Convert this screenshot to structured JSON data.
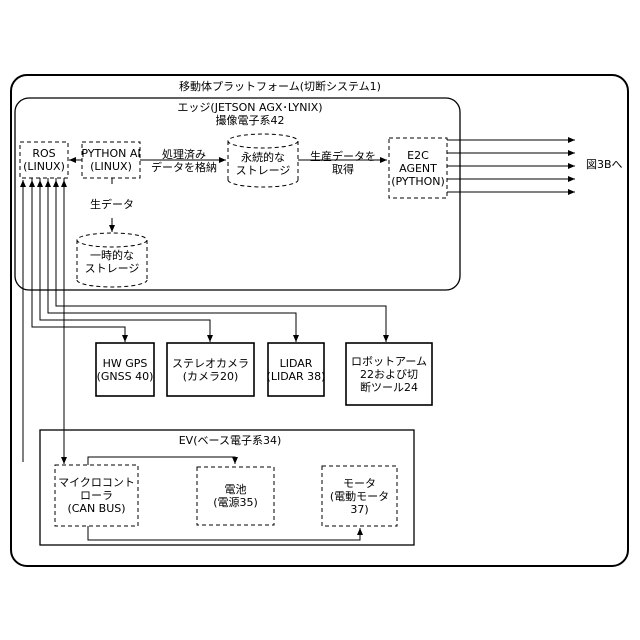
{
  "platform": {
    "title": "移動体プラットフォーム(切断システム1)"
  },
  "edge": {
    "title": "エッジ(JETSON AGX･LYNIX)",
    "subtitle": "撮像電子系42"
  },
  "ros": {
    "label": "ROS\n(LINUX)"
  },
  "python_ai": {
    "label": "PYTHON AI\n(LINUX)"
  },
  "processed_label": "処理済み\nデータを格納",
  "persistent_storage": {
    "label": "永続的な\nストレージ"
  },
  "production_label": "生産データを\n取得",
  "e2c_agent": {
    "label": "E2C\nAGENT\n(PYTHON)"
  },
  "to_fig_label": "図3Bへ",
  "raw_data_label": "生データ",
  "temp_storage": {
    "label": "一時的な\nストレージ"
  },
  "sensors": {
    "gps": "HW GPS\n(GNSS 40)",
    "stereo": "ステレオカメラ\n(カメラ20)",
    "lidar": "LIDAR\n(LIDAR 38)",
    "robot_arm": "ロボットアーム\n22および切\n断ツール24"
  },
  "ev": {
    "title": "EV(ベース電子系34)",
    "microcontroller": "マイクロコント\nローラ\n(CAN BUS)",
    "battery": "電池\n(電源35)",
    "motor": "モータ\n(電動モータ\n37)"
  },
  "colors": {
    "stroke": "#000000",
    "background": "#ffffff"
  }
}
